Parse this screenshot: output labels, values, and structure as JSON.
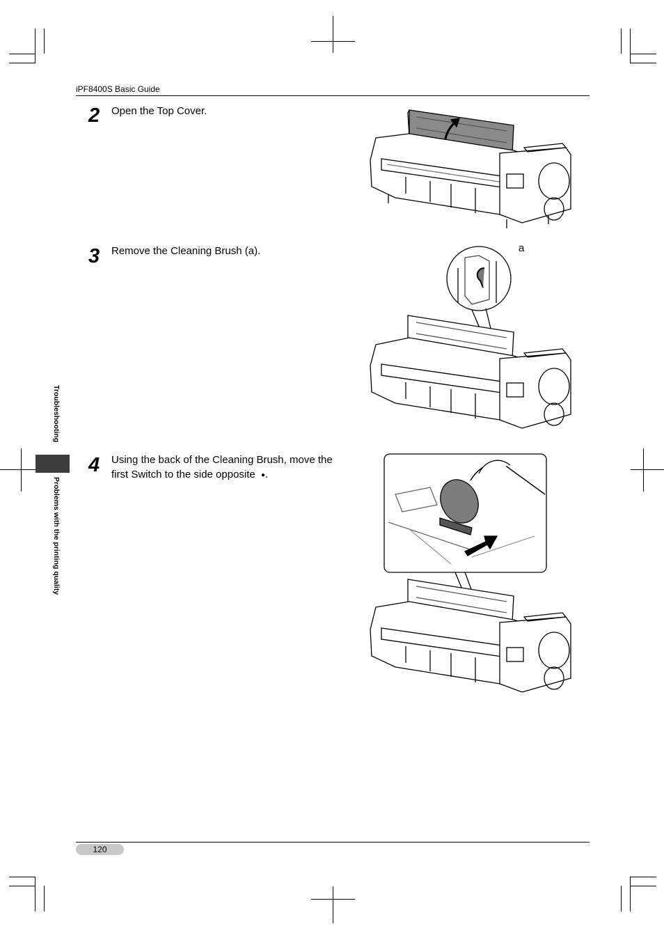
{
  "header": {
    "title": "iPF8400S Basic Guide"
  },
  "steps": [
    {
      "number": "2",
      "text": "Open the Top Cover."
    },
    {
      "number": "3",
      "text": "Remove the Cleaning Brush (a).",
      "callout_label": "a"
    },
    {
      "number": "4",
      "text_line1": "Using the back of the Cleaning Brush, move the",
      "text_line2": "first Switch to the side opposite",
      "symbol": "●",
      "end": "."
    }
  ],
  "sidebar": {
    "section": "Troubleshooting",
    "subsection": "Problems with the printing quality"
  },
  "footer": {
    "page_number": "120"
  }
}
